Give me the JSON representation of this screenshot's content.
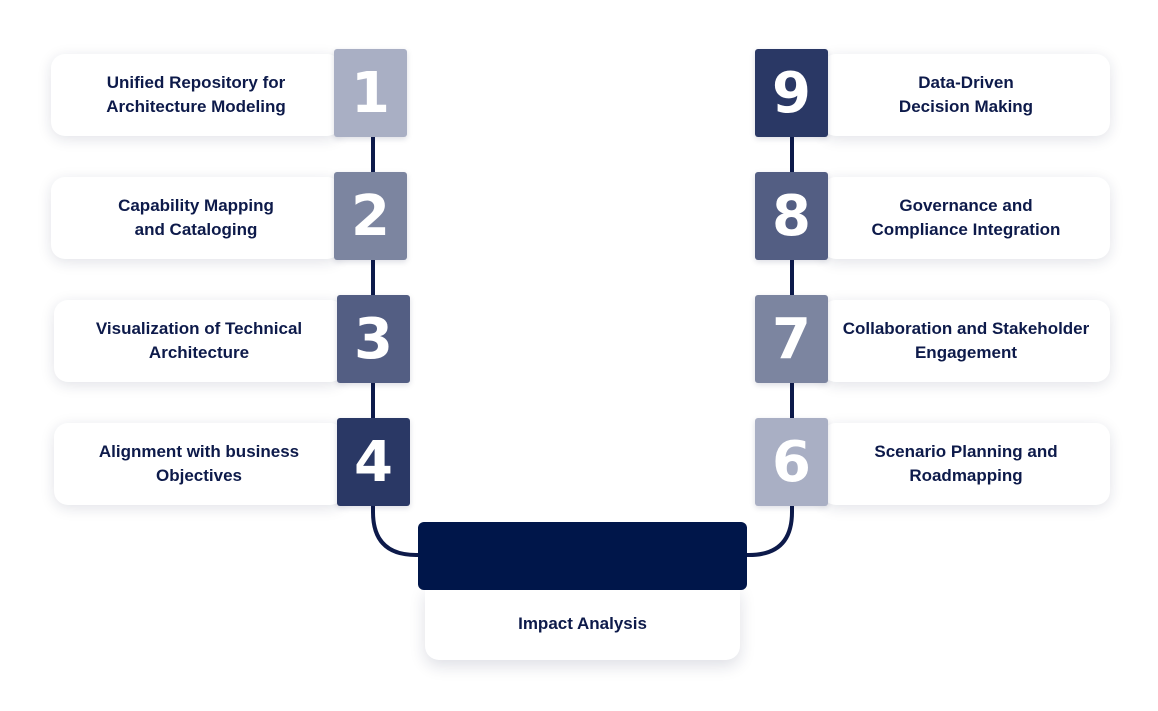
{
  "colors": {
    "line": "#0d1a4a",
    "center_bar": "#00164a",
    "shade_1": "#a9afc4",
    "shade_2": "#7c85a0",
    "shade_3": "#535e83",
    "shade_4": "#2a3865"
  },
  "left_steps": [
    {
      "number": "1",
      "text": "Unified Repository for\nArchitecture Modeling"
    },
    {
      "number": "2",
      "text": "Capability Mapping\nand Cataloging"
    },
    {
      "number": "3",
      "text": "Visualization of Technical\nArchitecture"
    },
    {
      "number": "4",
      "text": "Alignment with business\nObjectives"
    }
  ],
  "right_steps": [
    {
      "number": "9",
      "text": "Data-Driven\nDecision Making"
    },
    {
      "number": "8",
      "text": "Governance and\nCompliance Integration"
    },
    {
      "number": "7",
      "text": "Collaboration and Stakeholder\nEngagement"
    },
    {
      "number": "6",
      "text": "Scenario Planning and\nRoadmapping"
    }
  ],
  "center": {
    "label": "Impact Analysis"
  }
}
